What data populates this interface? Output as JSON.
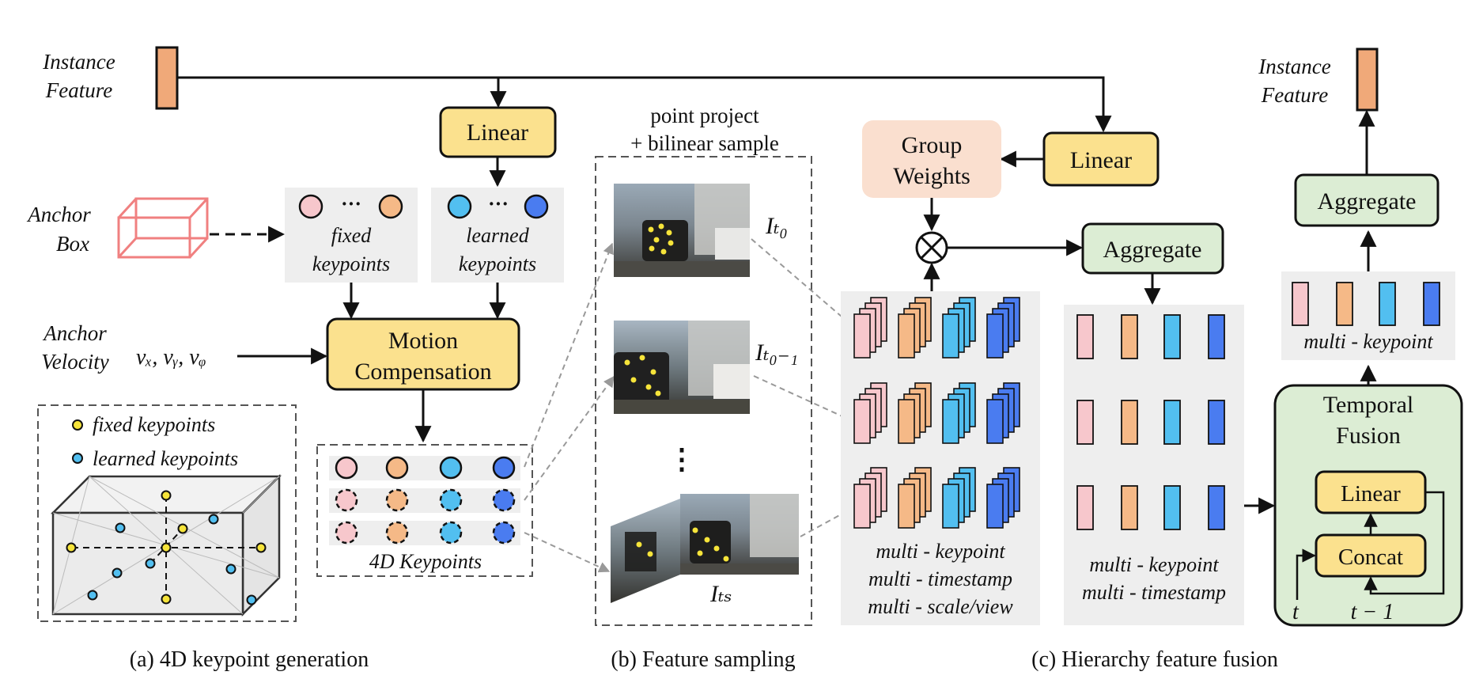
{
  "inputs": {
    "instance_feature_line1": "Instance",
    "instance_feature_line2": "Feature",
    "anchor_box_line1": "Anchor",
    "anchor_box_line2": "Box",
    "anchor_velocity_line1": "Anchor",
    "anchor_velocity_line2": "Velocity",
    "velocity_symbols": "vₓ, vᵧ, vᵩ"
  },
  "blocks": {
    "linear_a": "Linear",
    "linear_c": "Linear",
    "linear_temporal": "Linear",
    "motion_line1": "Motion",
    "motion_line2": "Compensation",
    "group_weights_line1": "Group",
    "group_weights_line2": "Weights",
    "aggregate_1": "Aggregate",
    "aggregate_2": "Aggregate",
    "concat": "Concat",
    "temporal_fusion_line1": "Temporal",
    "temporal_fusion_line2": "Fusion",
    "ellipsis": "···",
    "vertical_ellipsis": "⋮",
    "otimes": "⊗"
  },
  "keypoints": {
    "fixed_line1": "fixed",
    "fixed_line2": "keypoints",
    "learned_line1": "learned",
    "learned_line2": "keypoints",
    "legend_fixed": "fixed keypoints",
    "legend_learned": "learned keypoints",
    "four_d": "4D Keypoints"
  },
  "sampling": {
    "header_line1": "point project",
    "header_line2": "+ bilinear sample",
    "frame_labels": [
      "Iₜ₀",
      "Iₜ₀₋₁",
      "Iₜₛ"
    ]
  },
  "fusion": {
    "features_caption": [
      "multi - keypoint",
      "multi - timestamp",
      "multi - scale/view"
    ],
    "aggregated_caption": [
      "multi - keypoint",
      "multi - timestamp"
    ],
    "final_caption": "multi - keypoint",
    "output_line1": "Instance",
    "output_line2": "Feature",
    "t_label": "t",
    "t_minus_label": "t − 1"
  },
  "captions": {
    "a": "(a) 4D keypoint generation",
    "b": "(b) Feature sampling",
    "c": "(c) Hierarchy feature fusion"
  },
  "colors": {
    "pink": "#f7c7cc",
    "orange": "#f5b987",
    "cyan": "#52bff0",
    "blue": "#4a7cf0",
    "block_yellow": "#fbe18e",
    "block_green": "#dcedd4",
    "group_weights": "#fadfcf",
    "instance_feature": "#f0a979",
    "panel_gray": "#eeeeee",
    "keypoint_yellow": "#f6e43a",
    "anchor_box": "#f08080"
  }
}
